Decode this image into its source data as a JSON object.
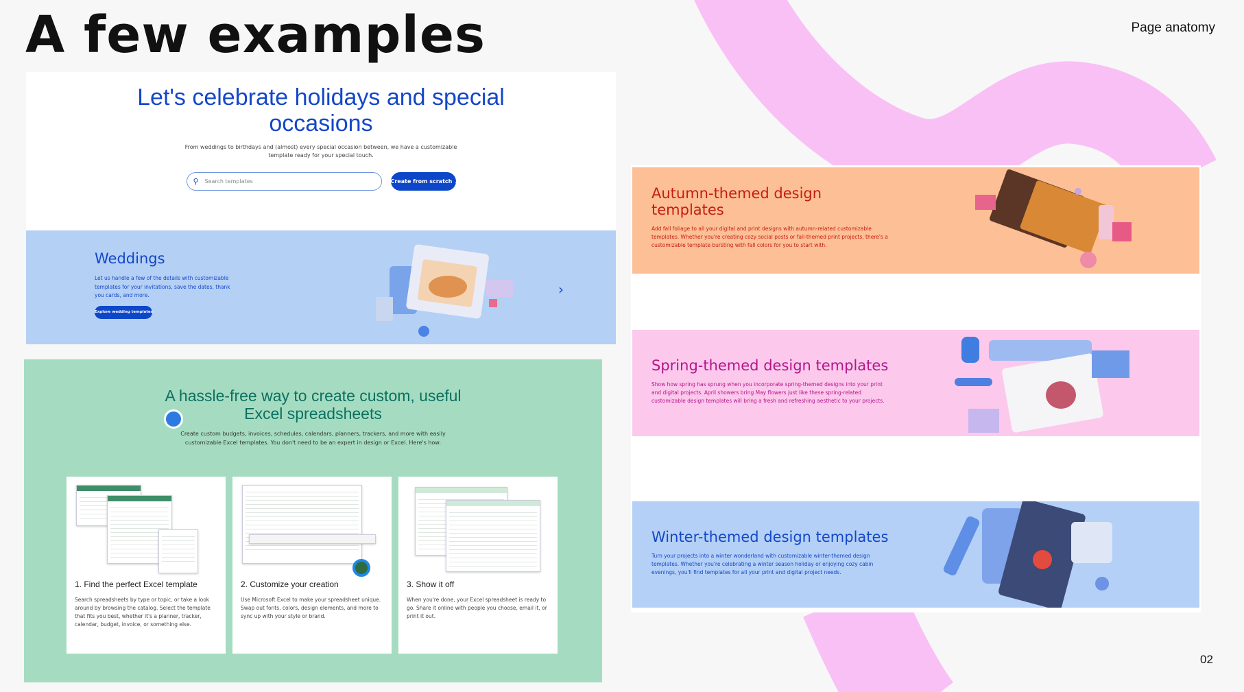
{
  "slide": {
    "title": "A few examples",
    "section": "Page anatomy",
    "page_number": "02"
  },
  "holidays": {
    "heading": "Let's celebrate holidays and special occasions",
    "description": "From weddings to birthdays and (almost) every special occasion between, we have a customizable template ready for your special touch.",
    "search_placeholder": "Search templates",
    "create_button": "Create from scratch ⌄",
    "weddings": {
      "title": "Weddings",
      "description": "Let us handle a few of the details with customizable templates for your invitations, save the dates, thank you cards, and more.",
      "button": "Explore wedding templates"
    }
  },
  "excel": {
    "heading": "A hassle-free way to create custom, useful Excel spreadsheets",
    "description": "Create custom budgets, invoices, schedules, calendars, planners, trackers, and more with easily customizable Excel templates. You don't need to be an expert in design or Excel. Here's how:",
    "steps": [
      {
        "title": "1. Find the perfect Excel template",
        "description": "Search spreadsheets by type or topic, or take a look around by browsing the catalog. Select the template that fits you best, whether it's a planner, tracker, calendar, budget, invoice, or something else."
      },
      {
        "title": "2. Customize your creation",
        "description": "Use Microsoft Excel to make your spreadsheet unique. Swap out fonts, colors, design elements, and more to sync up with your style or brand."
      },
      {
        "title": "3. Show it off",
        "description": "When you're done, your Excel spreadsheet is ready to go. Share it online with people you choose, email it, or print it out."
      }
    ]
  },
  "banners": [
    {
      "title": "Autumn-themed design templates",
      "description": "Add fall foliage to all your digital and print designs with autumn-related customizable templates. Whether you're creating cozy social posts or fall-themed print projects, there's a customizable template bursting with fall colors for you to start with.",
      "bg": "#fdbf95",
      "color": "#c41e10"
    },
    {
      "title": "Spring-themed design templates",
      "description": "Show how spring has sprung when you incorporate spring-themed designs into your print and digital projects. April showers bring May flowers just like these spring-related customizable design templates will bring a fresh and refreshing aesthetic to your projects.",
      "bg": "#fcc8ec",
      "color": "#b2168a"
    },
    {
      "title": "Winter-themed design templates",
      "description": "Turn your projects into a winter wonderland with customizable winter-themed design templates. Whether you're celebrating a winter season holiday or enjoying cozy cabin evenings, you'll find templates for all your print and digital project needs.",
      "bg": "#b4d0f6",
      "color": "#1447c8"
    }
  ]
}
